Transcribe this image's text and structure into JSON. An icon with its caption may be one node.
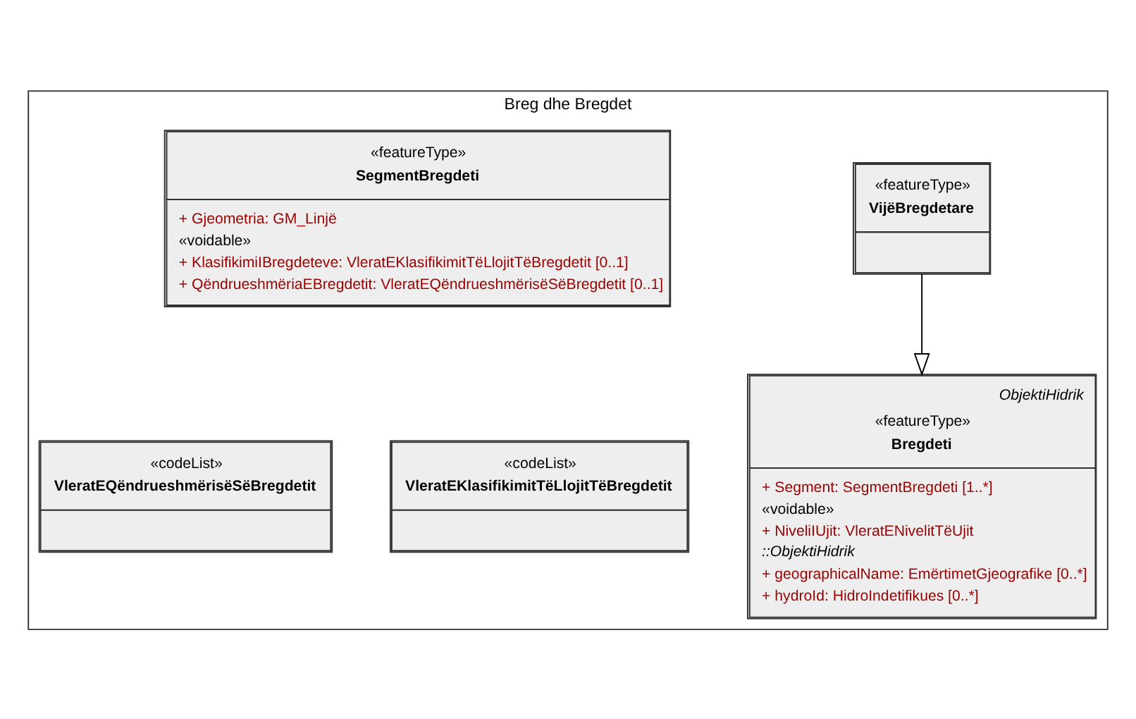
{
  "diagram": {
    "nodes": [
      {
        "text": [
          "Breg dhe Bregdet"
        ]
      },
      {
        "text": [
          "ObjektiHidrik",
          "«featureType»",
          "Bregdeti",
          "+ Segment: SegmentBregdeti [1..*]",
          "«voidable»",
          "+ NiveliIUjit: VleratENivelitTëUjit",
          "::ObjektiHidrik",
          "+ geographicalName: EmërtimetGjeografike [0..*]",
          "+ hydroId: HidroIndetifikues [0..*]"
        ],
        "in": 0
      },
      {
        "text": [
          "«featureType»",
          "VijëBregdetare"
        ],
        "in": 0
      },
      {
        "text": [
          "«codeList»",
          "VleratEKlasifikimitTëLlojitTëBregdetit"
        ],
        "in": 0
      },
      {
        "text": [
          "«codeList»",
          "VleratEQëndrueshmërisëSëBregdetit"
        ],
        "in": 0
      },
      {
        "text": [
          "«featureType»",
          "SegmentBregdeti",
          "+ Gjeometria: GM_Linjë",
          "«voidable»",
          "+ KlasifikimiIBregdeteve: VleratEKlasifikimitTëLlojitTëBregdetit [0..1]",
          "+ QëndrueshmëriaEBregdetit: VleratEQëndrueshmërisëSëBregdetit [0..1]"
        ],
        "in": 0
      }
    ],
    "edges": [
      {
        "from": 2,
        "to": 1,
        "arrow": "to"
      }
    ]
  }
}
